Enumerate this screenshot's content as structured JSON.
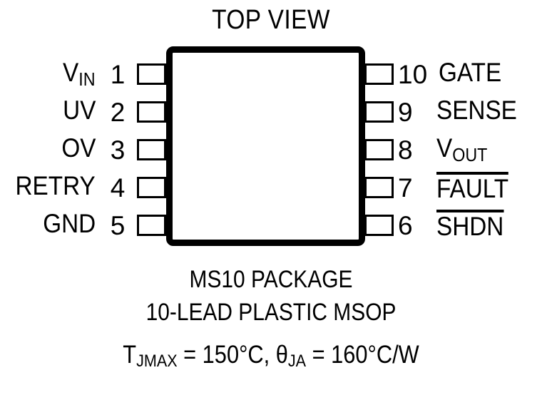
{
  "diagram": {
    "title": "TOP VIEW",
    "package_outline": {
      "shape": "rounded-rectangle",
      "border_color": "#000000",
      "fill_color": "#ffffff"
    },
    "captions": [
      "MS10 PACKAGE",
      "10-LEAD PLASTIC MSOP"
    ],
    "thermal_note": {
      "tj_symbol": "T",
      "tj_subscript": "JMAX",
      "tj_value": " = 150°C, ",
      "theta_symbol": "θ",
      "theta_subscript": "JA",
      "theta_value": " = 160°C/W"
    },
    "pins_left": [
      {
        "number": "1",
        "name": "V",
        "subscript": "IN",
        "overline": false
      },
      {
        "number": "2",
        "name": "UV",
        "subscript": "",
        "overline": false
      },
      {
        "number": "3",
        "name": "OV",
        "subscript": "",
        "overline": false
      },
      {
        "number": "4",
        "name": "RETRY",
        "subscript": "",
        "overline": false
      },
      {
        "number": "5",
        "name": "GND",
        "subscript": "",
        "overline": false
      }
    ],
    "pins_right": [
      {
        "number": "10",
        "name": "GATE",
        "subscript": "",
        "overline": false
      },
      {
        "number": "9",
        "name": "SENSE",
        "subscript": "",
        "overline": false
      },
      {
        "number": "8",
        "name": "V",
        "subscript": "OUT",
        "overline": false
      },
      {
        "number": "7",
        "name": "FAULT",
        "subscript": "",
        "overline": true
      },
      {
        "number": "6",
        "name": "SHDN",
        "subscript": "",
        "overline": true
      }
    ]
  }
}
